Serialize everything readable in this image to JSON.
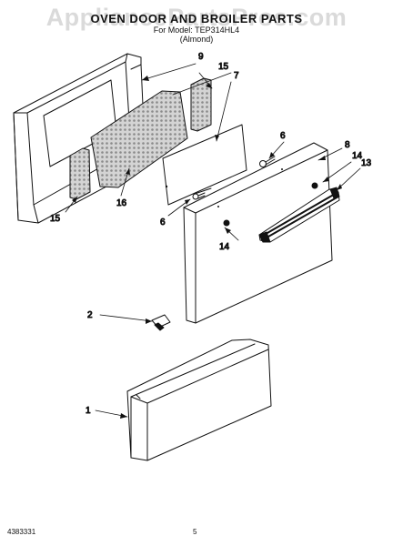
{
  "header": {
    "title": "OVEN DOOR AND BROILER PARTS",
    "model_line": "For Model: TEP314HL4",
    "color": "(Almond)"
  },
  "watermark": "AppliancePartsPros.com",
  "footer": {
    "document_number": "4383331",
    "page_number": "5"
  },
  "callouts": {
    "c9": "9",
    "c15_top": "15",
    "c7": "7",
    "c6_right": "6",
    "c8": "8",
    "c14_right": "14",
    "c13": "13",
    "c15_left": "15",
    "c16": "16",
    "c6_left": "6",
    "c14_bottom": "14",
    "c2": "2",
    "c1": "1"
  }
}
